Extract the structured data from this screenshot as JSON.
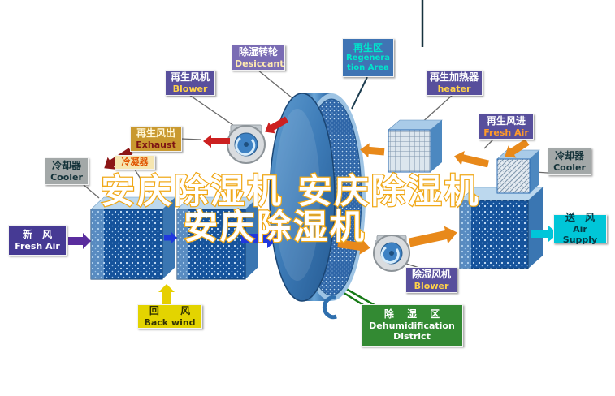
{
  "watermark": {
    "line1": "安庆除湿机 安庆除湿机",
    "line2": "安庆除湿机"
  },
  "labels": {
    "regen_blower": {
      "zh": "再生风机",
      "en": "Blower"
    },
    "desiccant": {
      "zh": "除湿转轮",
      "en": "Desiccant"
    },
    "regen_area": {
      "zh": "再生区",
      "en": "Regeneration Area"
    },
    "regen_heater": {
      "zh": "再生加热器",
      "en": "heater"
    },
    "exhaust": {
      "zh": "再生风出",
      "en": "Exhaust"
    },
    "regen_fresh_air": {
      "zh": "再生风进",
      "en": "Fresh Air"
    },
    "cooler_left": {
      "zh": "冷却器",
      "en": "Cooler"
    },
    "cooler_right": {
      "zh": "冷却器",
      "en": "Cooler"
    },
    "condenser": {
      "zh": "冷凝器"
    },
    "fresh_air": {
      "zh": "新 风",
      "en": "Fresh Air"
    },
    "air_supply": {
      "zh": "送 风",
      "en": "Air Supply"
    },
    "back_wind": {
      "zh": "回 风",
      "en": "Back wind"
    },
    "dehumid_blower": {
      "zh": "除湿风机",
      "en": "Blower"
    },
    "dehumid_district": {
      "zh": "除 湿 区",
      "en": "Dehumidification District"
    }
  },
  "colors": {
    "arrow_blue": "#2038dd",
    "arrow_orange": "#e8891a",
    "arrow_red": "#cc2020",
    "arrow_dark_red": "#8c1616",
    "arrow_purple": "#5a2d9e",
    "arrow_yellow": "#e6cf00",
    "arrow_cyan": "#00c6da",
    "unit_blue": "#15539c",
    "label_purple": "#584f9c",
    "label_green": "#338a33",
    "watermark_fill": "#ffffff",
    "watermark_stroke": "#f0a818"
  }
}
